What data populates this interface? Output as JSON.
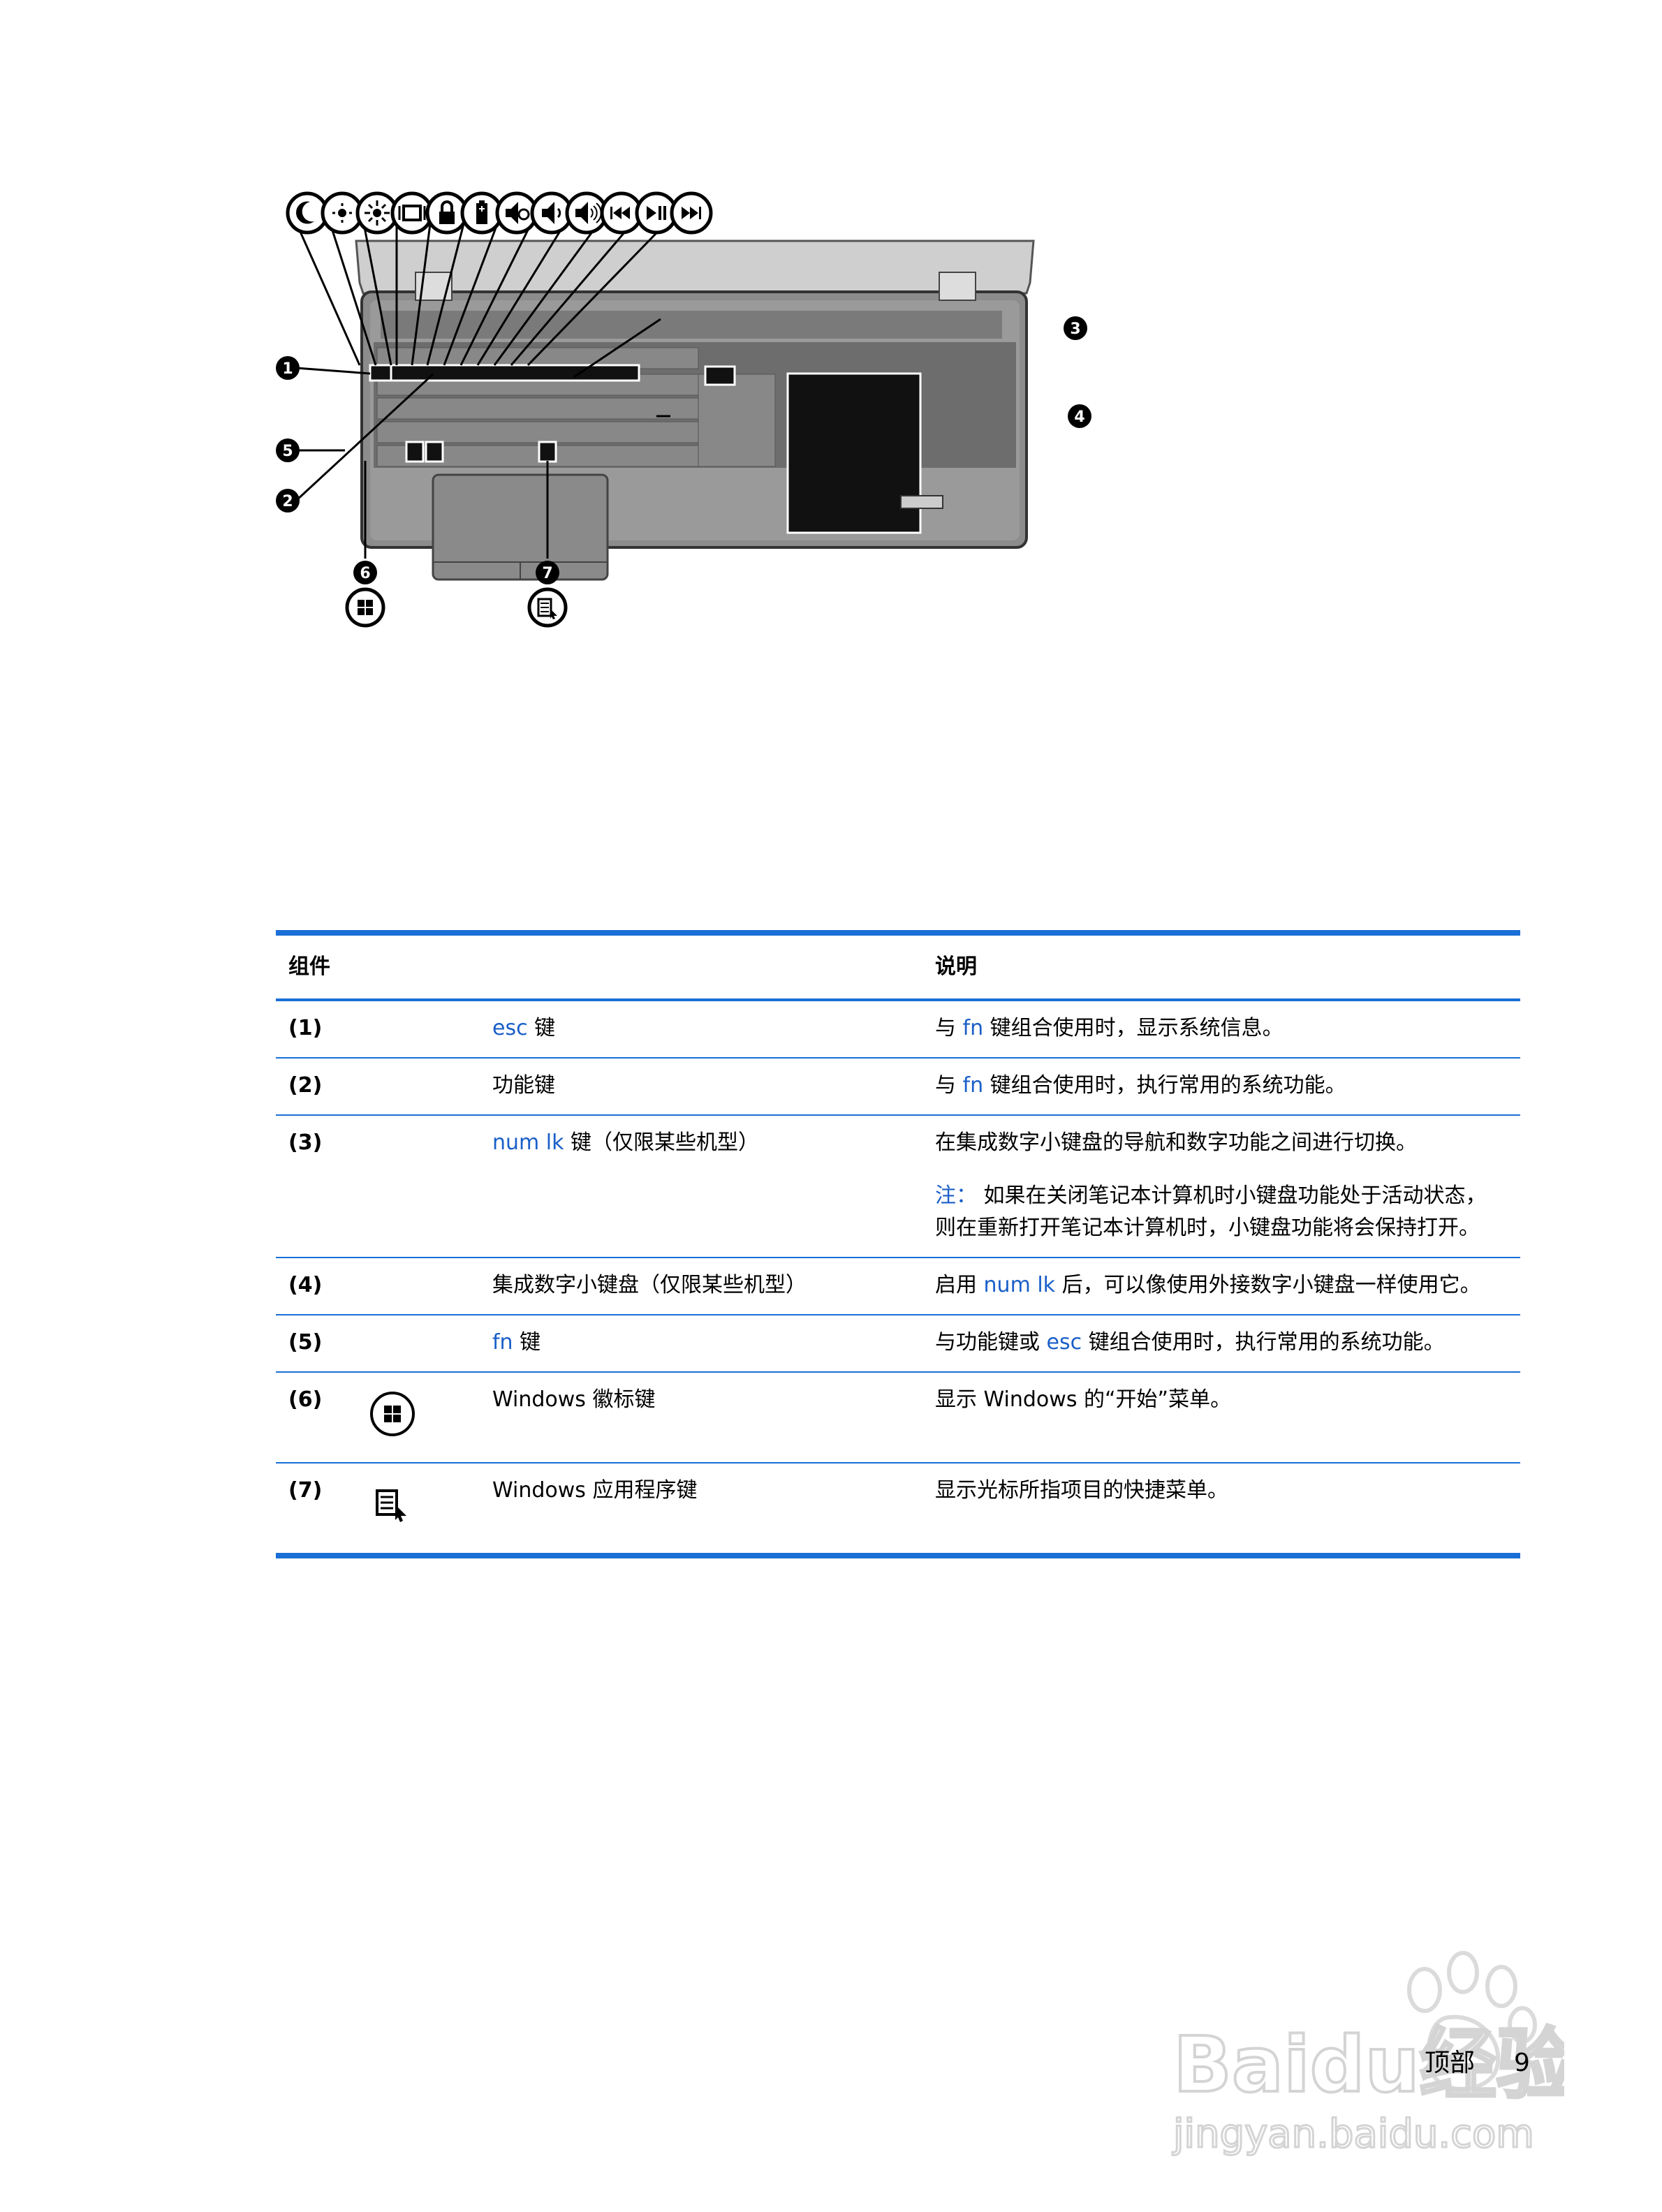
{
  "figure": {
    "function_key_icons": [
      "sleep-icon",
      "brightness-down-icon",
      "brightness-up-icon",
      "display-switch-icon",
      "lock-icon",
      "battery-icon",
      "mute-icon",
      "volume-down-icon",
      "volume-up-icon",
      "previous-track-icon",
      "play-pause-icon",
      "next-track-icon"
    ],
    "callouts": [
      "1",
      "2",
      "3",
      "4",
      "5",
      "6",
      "7"
    ],
    "bottom_icons": [
      "windows-logo-icon",
      "application-key-icon"
    ]
  },
  "table": {
    "header": {
      "component": "组件",
      "description": "说明"
    },
    "rows": [
      {
        "num": "(1)",
        "name_key": "esc",
        "name_rest": "键",
        "desc_pre": "与",
        "desc_key": "fn",
        "desc_post": "键组合使用时，显示系统信息。"
      },
      {
        "num": "(2)",
        "name": "功能键",
        "desc_pre": "与",
        "desc_key": "fn",
        "desc_post": "键组合使用时，执行常用的系统功能。"
      },
      {
        "num": "(3)",
        "name_key": "num lk",
        "name_rest": "键（仅限某些机型）",
        "desc": "在集成数字小键盘的导航和数字功能之间进行切换。",
        "note_label": "注：",
        "note_text": "如果在关闭笔记本计算机时小键盘功能处于活动状态，则在重新打开笔记本计算机时，小键盘功能将会保持打开。"
      },
      {
        "num": "(4)",
        "name": "集成数字小键盘（仅限某些机型）",
        "desc_pre": "启用",
        "desc_key": "num lk",
        "desc_post": "后，可以像使用外接数字小键盘一样使用它。"
      },
      {
        "num": "(5)",
        "name_key": "fn",
        "name_rest": "键",
        "desc_pre": "与功能键或",
        "desc_key": "esc",
        "desc_post": "键组合使用时，执行常用的系统功能。"
      },
      {
        "num": "(6)",
        "icon": "windows-logo-icon",
        "name": "Windows 徽标键",
        "desc": "显示 Windows 的“开始”菜单。"
      },
      {
        "num": "(7)",
        "icon": "application-key-icon",
        "name": "Windows 应用程序键",
        "desc": "显示光标所指项目的快捷菜单。"
      }
    ]
  },
  "footer": {
    "section": "顶部",
    "page": "9"
  },
  "watermark": {
    "brand": "Baidu经验",
    "url": "jingyan.baidu.com"
  },
  "colors": {
    "accent": "#1a6fd6",
    "link": "#1a5fc8"
  }
}
